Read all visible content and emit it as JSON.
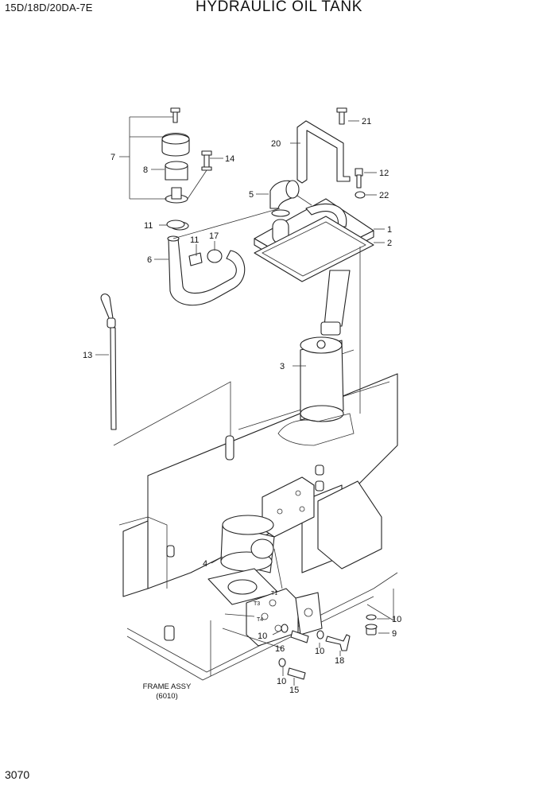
{
  "header": {
    "model": "15D/18D/20DA-7E",
    "title": "HYDRAULIC OIL TANK"
  },
  "footer": {
    "page_number": "3070"
  },
  "frame_assembly": {
    "label": "FRAME ASSY",
    "reference": "(6010)"
  },
  "callouts": {
    "c1": "1",
    "c2": "2",
    "c3": "3",
    "c4": "4",
    "c5": "5",
    "c6": "6",
    "c7": "7",
    "c8": "8",
    "c9": "9",
    "c10a": "10",
    "c10b": "10",
    "c10c": "10",
    "c10d": "10",
    "c11a": "11",
    "c11b": "11",
    "c12": "12",
    "c13": "13",
    "c14": "14",
    "c15": "15",
    "c16": "16",
    "c17": "17",
    "c18": "18",
    "c20": "20",
    "c21": "21",
    "c22": "22"
  },
  "port_marks": {
    "t1": "T1",
    "t3": "T3",
    "t4": "T4"
  }
}
